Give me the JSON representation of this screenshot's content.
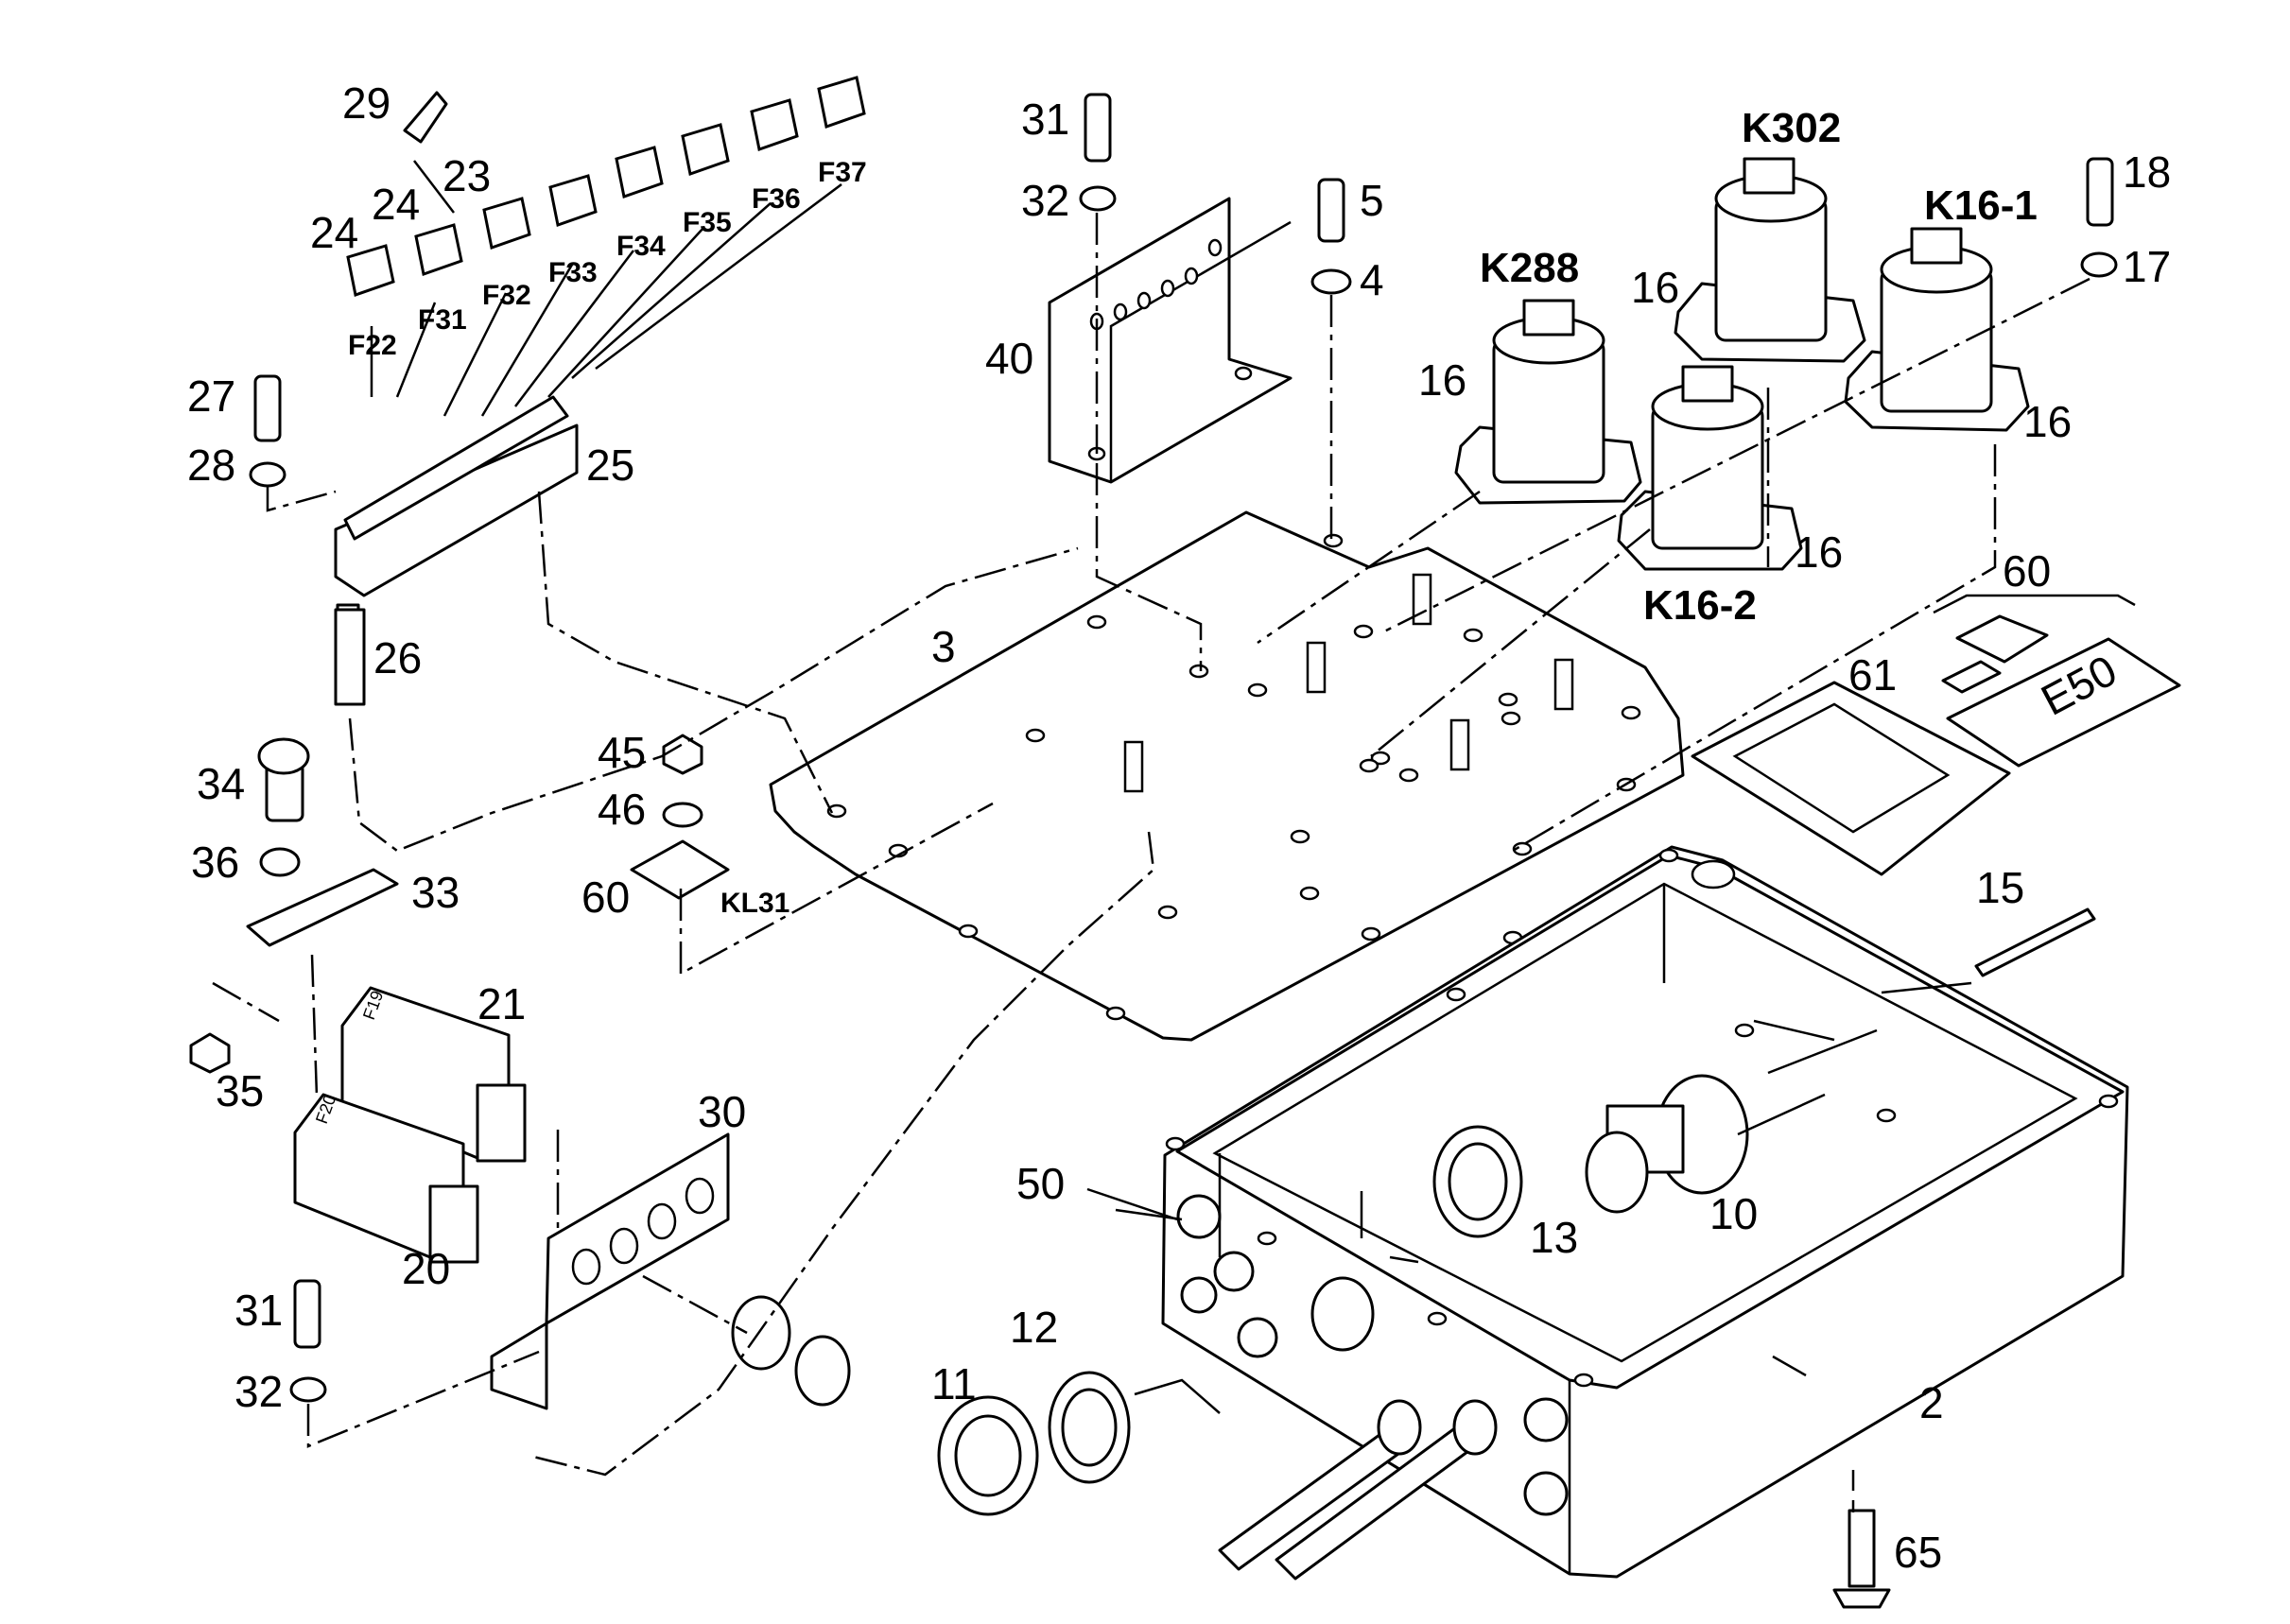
{
  "labels": {
    "p2": "2",
    "p3": "3",
    "p4": "4",
    "p5": "5",
    "p10": "10",
    "p11": "11",
    "p12": "12",
    "p13": "13",
    "p15": "15",
    "p16a": "16",
    "p16b": "16",
    "p16c": "16",
    "p16d": "16",
    "p17": "17",
    "p18": "18",
    "p20": "20",
    "p21": "21",
    "p23": "23",
    "p24a": "24",
    "p24b": "24",
    "p25": "25",
    "p26": "26",
    "p27": "27",
    "p28": "28",
    "p29": "29",
    "p30": "30",
    "p31a": "31",
    "p31b": "31",
    "p32a": "32",
    "p32b": "32",
    "p33": "33",
    "p34": "34",
    "p35": "35",
    "p36": "36",
    "p40": "40",
    "p45": "45",
    "p46": "46",
    "p50": "50",
    "p60a": "60",
    "p60b": "60",
    "p61": "61",
    "p65": "65"
  },
  "fuses": {
    "f22": "F22",
    "f31": "F31",
    "f32": "F32",
    "f33": "F33",
    "f34": "F34",
    "f35": "F35",
    "f36": "F36",
    "f37": "F37"
  },
  "relays": {
    "k288": "K288",
    "k302": "K302",
    "k161": "K16-1",
    "k162": "K16-2"
  },
  "terminal": "KL31",
  "plate_e50": "E50",
  "fuse_bodies": {
    "f19": "F19",
    "f20": "F20"
  }
}
